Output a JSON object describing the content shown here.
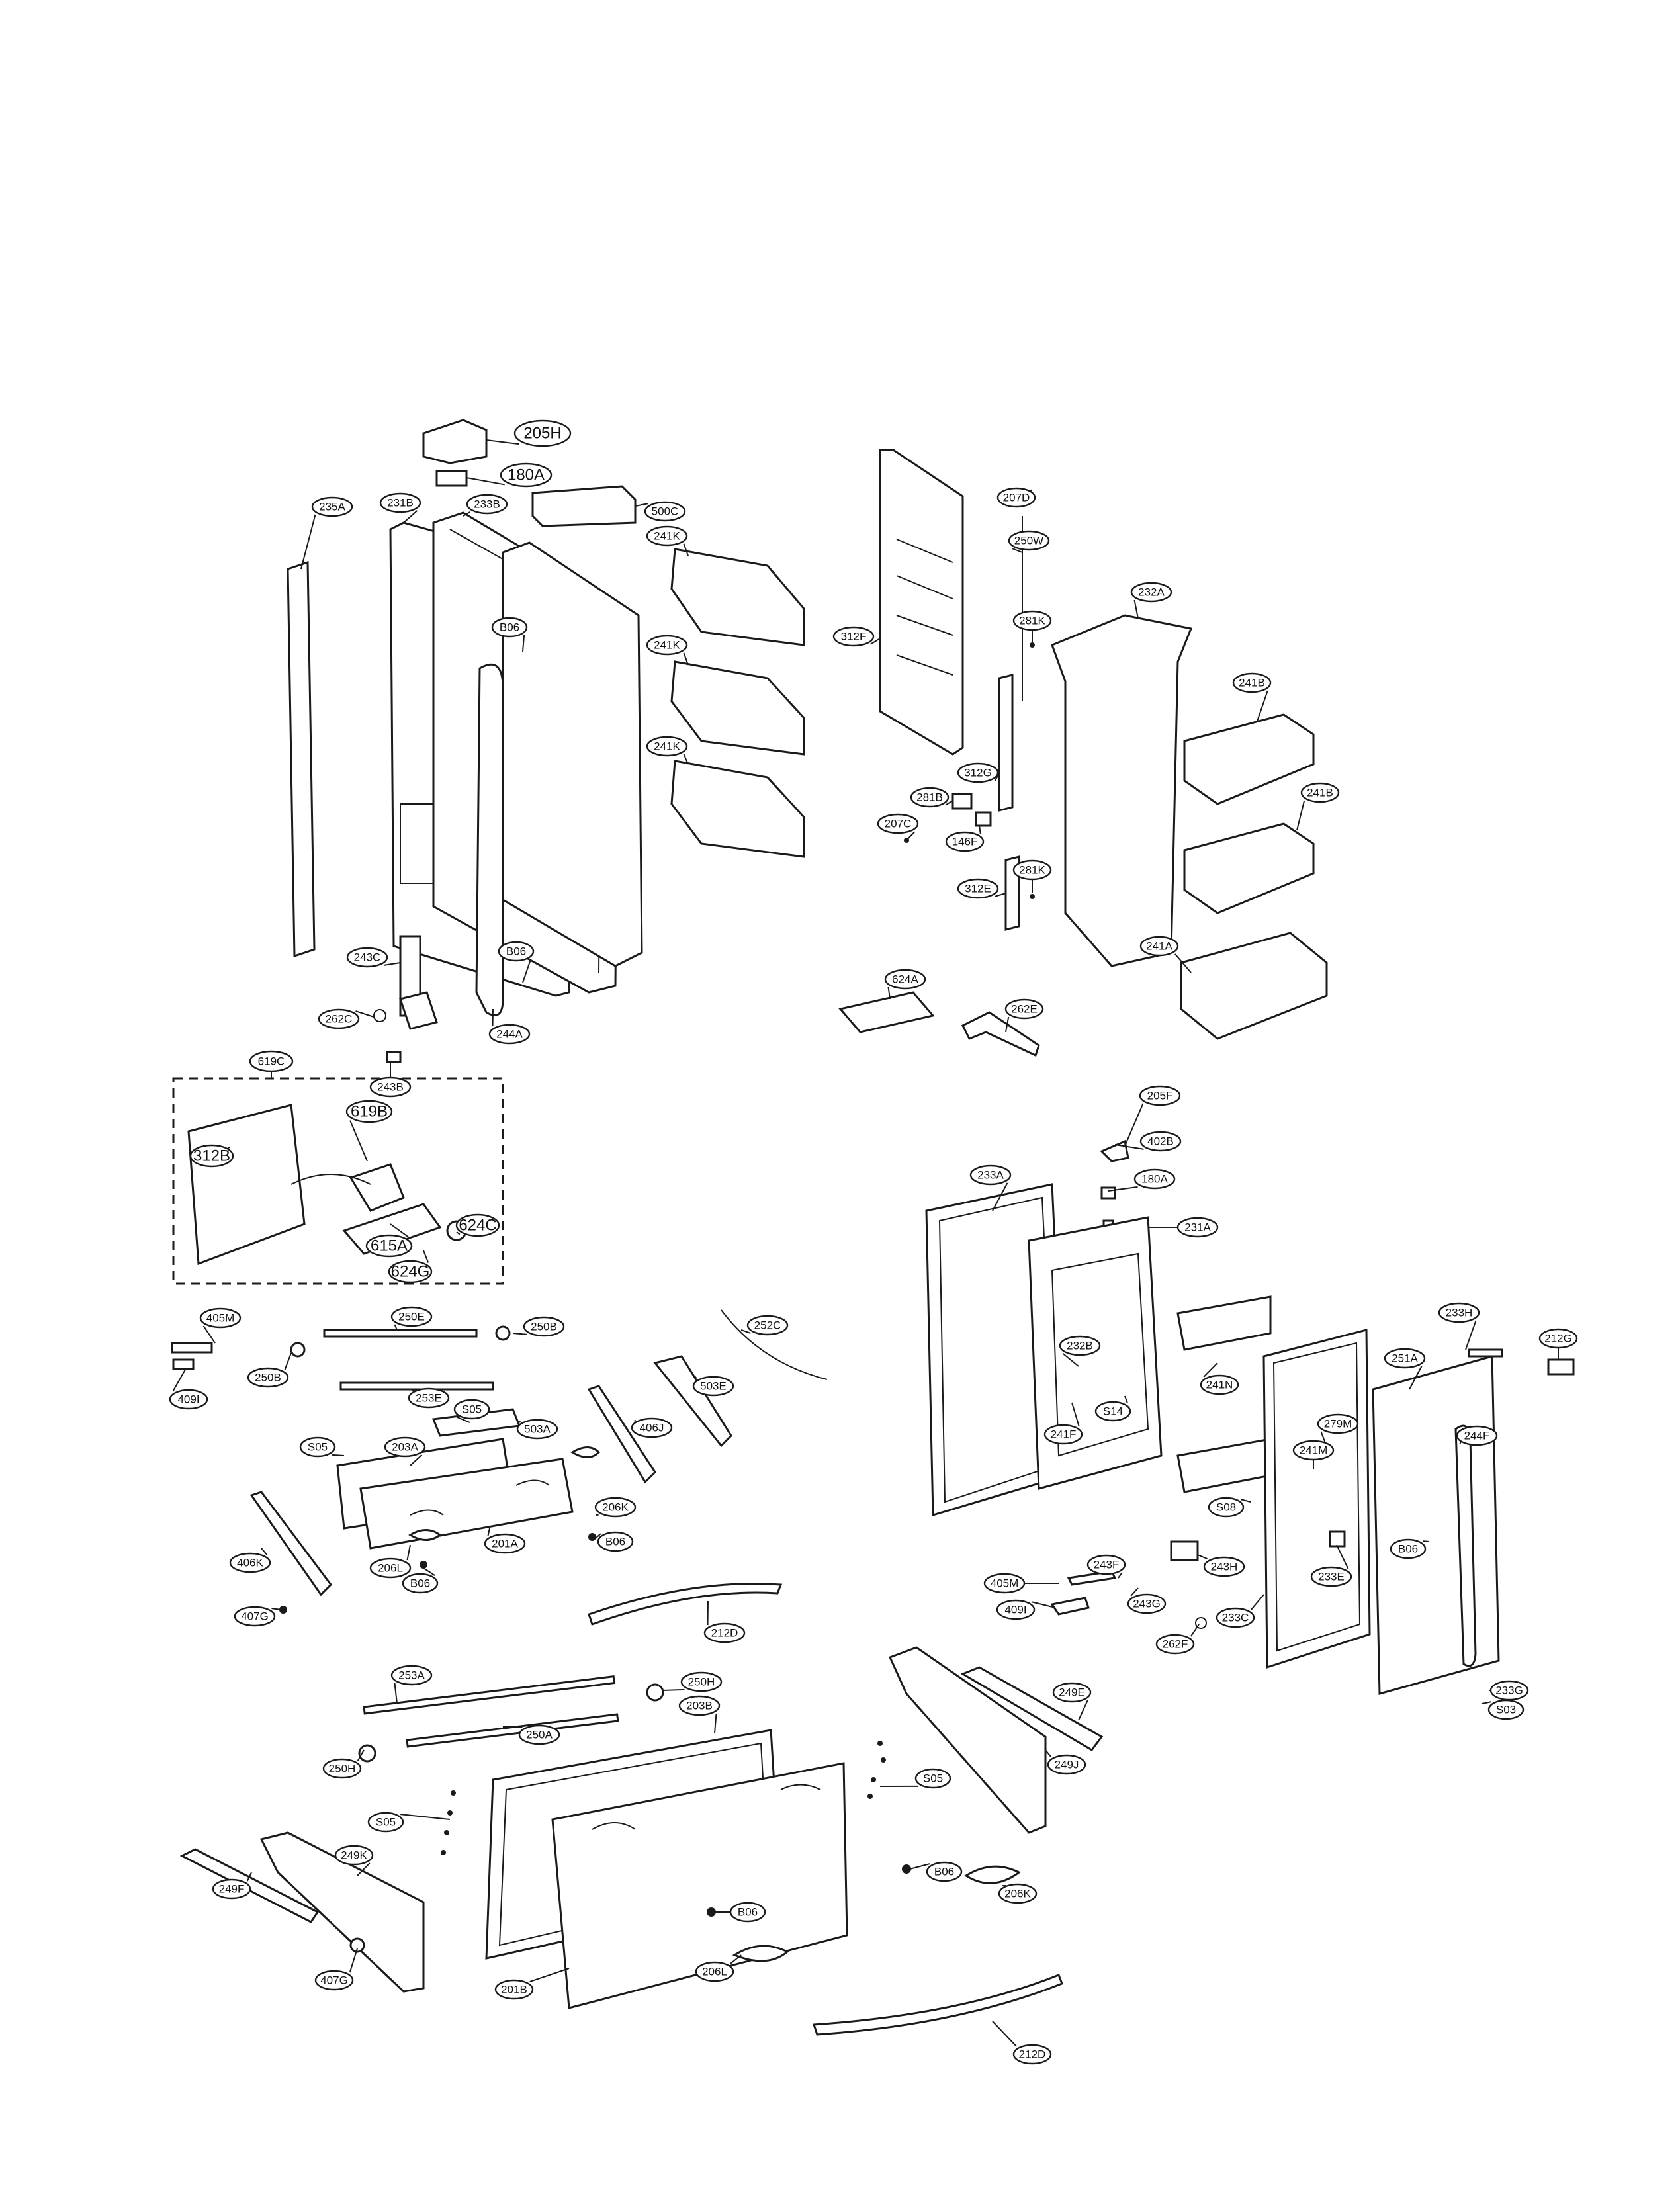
{
  "callouts": [
    {
      "label": "205H"
    },
    {
      "label": "180A"
    },
    {
      "label": "500C"
    },
    {
      "label": "235A"
    },
    {
      "label": "231B"
    },
    {
      "label": "233B"
    },
    {
      "label": "241K"
    },
    {
      "label": "241K"
    },
    {
      "label": "241K"
    },
    {
      "label": "B06"
    },
    {
      "label": "B06"
    },
    {
      "label": "243C"
    },
    {
      "label": "262C"
    },
    {
      "label": "243B"
    },
    {
      "label": "244A"
    },
    {
      "label": "207D"
    },
    {
      "label": "250W"
    },
    {
      "label": "232A"
    },
    {
      "label": "312F"
    },
    {
      "label": "281K"
    },
    {
      "label": "241B"
    },
    {
      "label": "241B"
    },
    {
      "label": "312G"
    },
    {
      "label": "281B"
    },
    {
      "label": "207C"
    },
    {
      "label": "146F"
    },
    {
      "label": "312E"
    },
    {
      "label": "281K"
    },
    {
      "label": "241A"
    },
    {
      "label": "624A"
    },
    {
      "label": "262E"
    },
    {
      "label": "619C"
    },
    {
      "label": "312B"
    },
    {
      "label": "619B"
    },
    {
      "label": "615A"
    },
    {
      "label": "624C"
    },
    {
      "label": "624G"
    },
    {
      "label": "205F"
    },
    {
      "label": "402B"
    },
    {
      "label": "180A"
    },
    {
      "label": "233A"
    },
    {
      "label": "231A"
    },
    {
      "label": "405M"
    },
    {
      "label": "250E"
    },
    {
      "label": "250B"
    },
    {
      "label": "250B"
    },
    {
      "label": "409I"
    },
    {
      "label": "253E"
    },
    {
      "label": "252C"
    },
    {
      "label": "503E"
    },
    {
      "label": "S05"
    },
    {
      "label": "503A"
    },
    {
      "label": "406J"
    },
    {
      "label": "S05"
    },
    {
      "label": "203A"
    },
    {
      "label": "206K"
    },
    {
      "label": "B06"
    },
    {
      "label": "201A"
    },
    {
      "label": "406K"
    },
    {
      "label": "206L"
    },
    {
      "label": "B06"
    },
    {
      "label": "407G"
    },
    {
      "label": "212D"
    },
    {
      "label": "232B"
    },
    {
      "label": "241F"
    },
    {
      "label": "S14"
    },
    {
      "label": "241N"
    },
    {
      "label": "233H"
    },
    {
      "label": "212G"
    },
    {
      "label": "251A"
    },
    {
      "label": "279M"
    },
    {
      "label": "244F"
    },
    {
      "label": "241M"
    },
    {
      "label": "S08"
    },
    {
      "label": "B06"
    },
    {
      "label": "233E"
    },
    {
      "label": "405M"
    },
    {
      "label": "243F"
    },
    {
      "label": "243H"
    },
    {
      "label": "409I"
    },
    {
      "label": "243G"
    },
    {
      "label": "262F"
    },
    {
      "label": "233C"
    },
    {
      "label": "233G"
    },
    {
      "label": "S03"
    },
    {
      "label": "253A"
    },
    {
      "label": "250H"
    },
    {
      "label": "203B"
    },
    {
      "label": "249E"
    },
    {
      "label": "250A"
    },
    {
      "label": "250H"
    },
    {
      "label": "249J"
    },
    {
      "label": "S05"
    },
    {
      "label": "S05"
    },
    {
      "label": "249K"
    },
    {
      "label": "B06"
    },
    {
      "label": "249F"
    },
    {
      "label": "206K"
    },
    {
      "label": "B06"
    },
    {
      "label": "407G"
    },
    {
      "label": "201B"
    },
    {
      "label": "206L"
    },
    {
      "label": "212D"
    }
  ]
}
